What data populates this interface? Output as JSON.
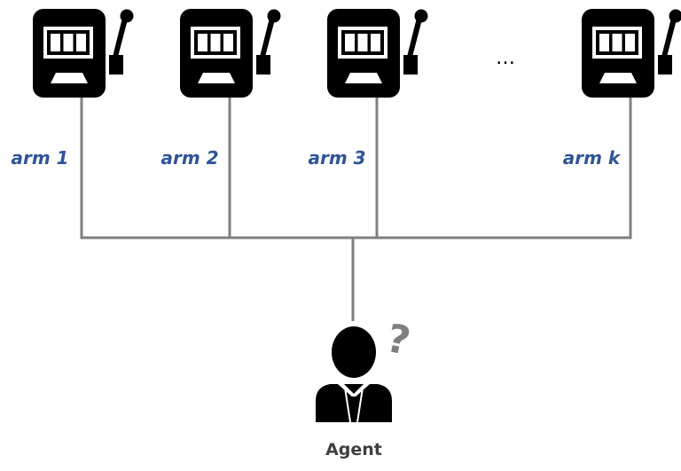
{
  "arms": [
    {
      "label": "arm 1"
    },
    {
      "label": "arm 2"
    },
    {
      "label": "arm 3"
    },
    {
      "label": "arm k"
    }
  ],
  "ellipsis": "…",
  "agent": {
    "label": "Agent",
    "thought_symbol": "?",
    "icon": "person-icon"
  },
  "machine_icon": "slot-machine-icon",
  "colors": {
    "label_blue": "#2f5496",
    "line_gray": "#808080",
    "icon_black": "#000000",
    "question_gray": "#7f7f7f",
    "agent_text": "#3f3f3f"
  }
}
